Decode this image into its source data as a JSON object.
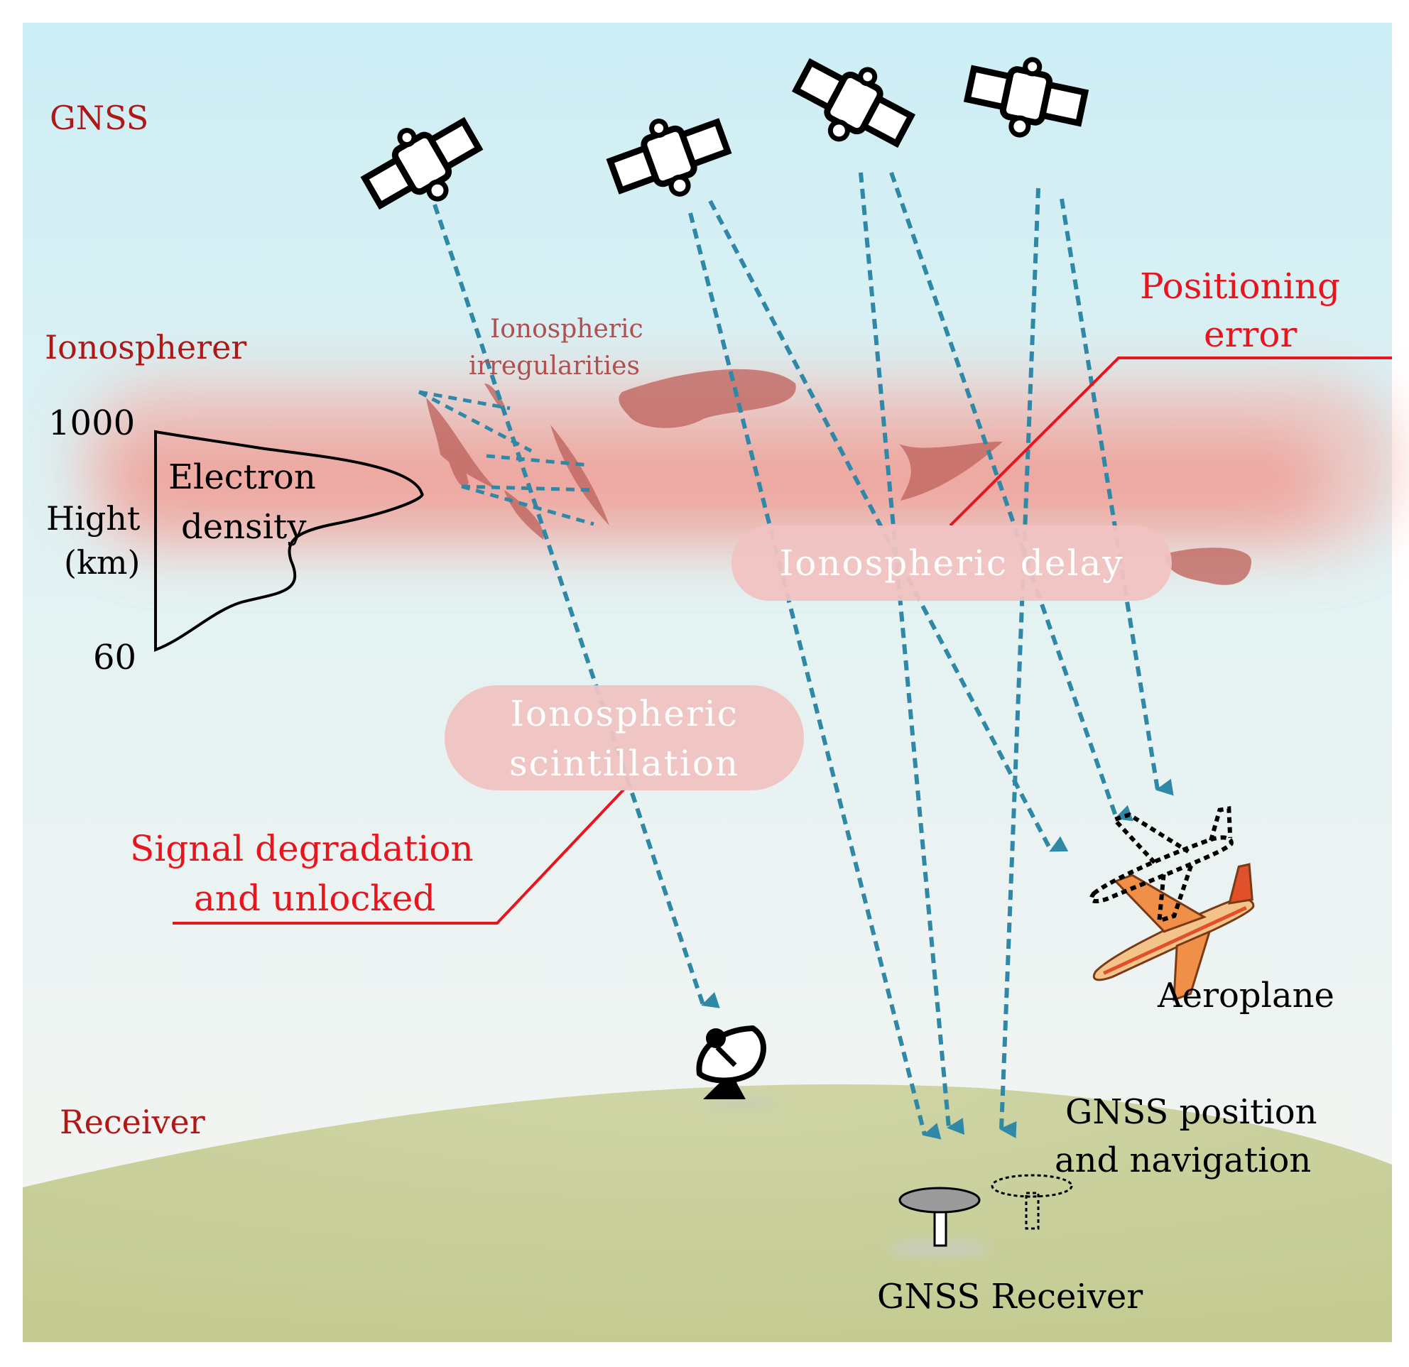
{
  "labels": {
    "gnss": "GNSS",
    "ionosphere": "Ionospherer",
    "receiver": "Receiver",
    "scale_top": "1000",
    "scale_bottom": "60",
    "height_line1": "Hight",
    "height_line2": "(km)",
    "electron_line1": "Electron",
    "electron_line2": "density",
    "irregularities_line1": "Ionospheric",
    "irregularities_line2": "irregularities",
    "positioning_line1": "Positioning",
    "positioning_line2": "error",
    "iono_delay": "Ionospheric delay",
    "scintillation_line1": "Ionospheric",
    "scintillation_line2": "scintillation",
    "signal_line1": "Signal degradation",
    "signal_line2": "and unlocked",
    "aeroplane": "Aeroplane",
    "gnss_nav_line1": "GNSS position",
    "gnss_nav_line2": "and navigation",
    "gnss_receiver": "GNSS Receiver"
  },
  "colors": {
    "label_darkred": "#b01818",
    "label_red": "#e8141e",
    "signal_path": "#2e88a6",
    "sky_top": "#cdeef5",
    "ground": "#c8cf9a",
    "ionosphere_band": "#f08c82",
    "bubble_fill": "#f0c3c2",
    "blob_fill": "#c06660"
  },
  "icons": [
    "satellite-icon",
    "dish-antenna-icon",
    "aeroplane-icon",
    "gnss-antenna-icon"
  ]
}
